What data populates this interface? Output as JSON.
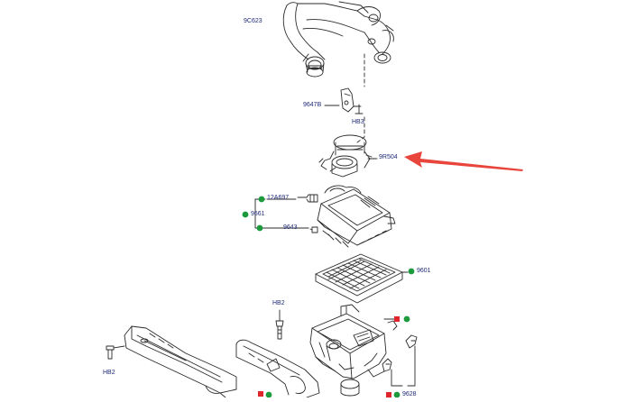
{
  "colors": {
    "line": "#2b2b2b",
    "label": "#1f2a78",
    "green": "#1c9a3c",
    "red": "#e0262d",
    "arrow": "#e8453c"
  },
  "parts": {
    "resonator_tube": "9C623",
    "bracket": "9647B",
    "fastener_top": "HB3",
    "mass_airflow_sensor": "9R504",
    "temp_sensor": "12A697",
    "clip": "9661",
    "housing_cover": "9643",
    "filter_element": "9601",
    "fastener_mid": "HB2",
    "fastener_left": "HB2",
    "housing_tray": "9628"
  },
  "icons": {
    "green": "green-dot-icon",
    "red": "red-square-icon"
  }
}
